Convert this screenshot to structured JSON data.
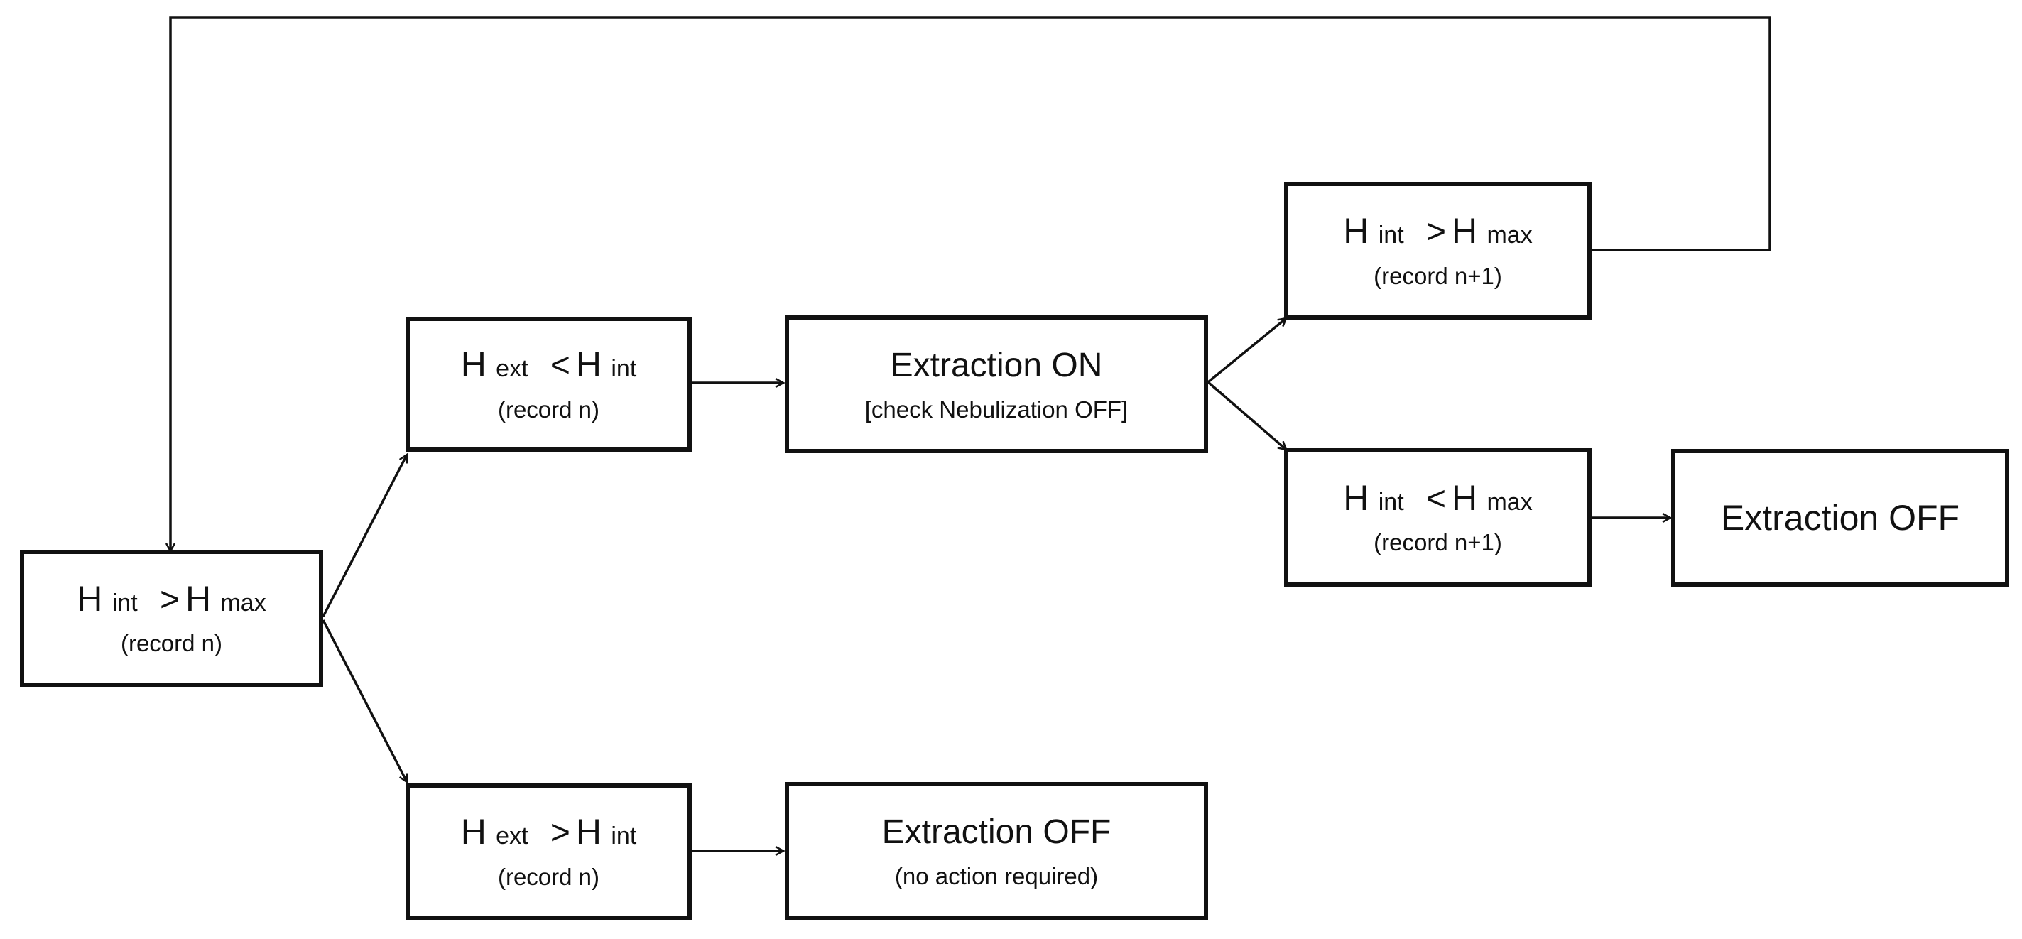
{
  "nodes": {
    "start": {
      "var_a": "H",
      "sub_a": "int",
      "op": ">",
      "var_b": "H",
      "sub_b": "max",
      "note": "(record n)"
    },
    "upper": {
      "var_a": "H",
      "sub_a": "ext",
      "op": "<",
      "var_b": "H",
      "sub_b": "int",
      "note": "(record n)"
    },
    "lower": {
      "var_a": "H",
      "sub_a": "ext",
      "op": ">",
      "var_b": "H",
      "sub_b": "int",
      "note": "(record n)"
    },
    "extraction_on": {
      "title": "Extraction ON",
      "note": "[check Nebulization OFF]"
    },
    "extraction_off_lower": {
      "title": "Extraction OFF",
      "note": "(no action required)"
    },
    "next_greater": {
      "var_a": "H",
      "sub_a": "int",
      "op": ">",
      "var_b": "H",
      "sub_b": "max",
      "note": "(record n+1)"
    },
    "next_less": {
      "var_a": "H",
      "sub_a": "int",
      "op": "<",
      "var_b": "H",
      "sub_b": "max",
      "note": "(record n+1)"
    },
    "extraction_off_right": {
      "title": "Extraction OFF"
    }
  },
  "colors": {
    "stroke": "#111111",
    "background": "#ffffff"
  }
}
